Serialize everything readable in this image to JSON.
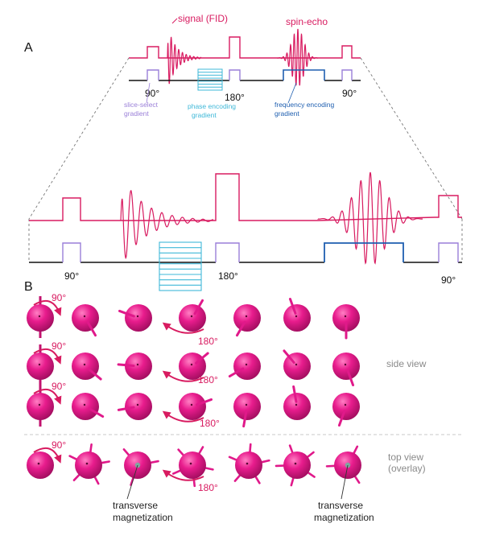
{
  "panel_a": {
    "letter": "A",
    "top": {
      "signal_label": "signal (FID)",
      "echo_label": "spin-echo",
      "deg_90_left": "90°",
      "deg_180": "180°",
      "deg_90_right": "90°",
      "slice_select_line1": "slice-select",
      "slice_select_line2": "gradient",
      "phase_line1": "phase encoding",
      "phase_line2": "gradient",
      "freq_line1": "frequency encoding",
      "freq_line2": "gradient"
    },
    "bottom": {
      "deg_90_left": "90°",
      "deg_180": "180°",
      "deg_90_right": "90°"
    }
  },
  "panel_b": {
    "letter": "B",
    "side_view_label": "side view",
    "top_view_line1": "top view",
    "top_view_line2": "(overlay)",
    "rotation_90": "90°",
    "rotation_180": "180°",
    "transverse_line1": "transverse",
    "transverse_line2": "magnetization"
  },
  "colors": {
    "signal": "#d81b60",
    "slice": "#9a7fd8",
    "phase": "#3fb8d8",
    "frequency": "#1f5fb0",
    "sphere": "#e0198a",
    "baseline": "#111111"
  },
  "icons": [
    "rotation-arrow-icon",
    "spin-sphere-icon",
    "magnetization-arrow-icon"
  ]
}
